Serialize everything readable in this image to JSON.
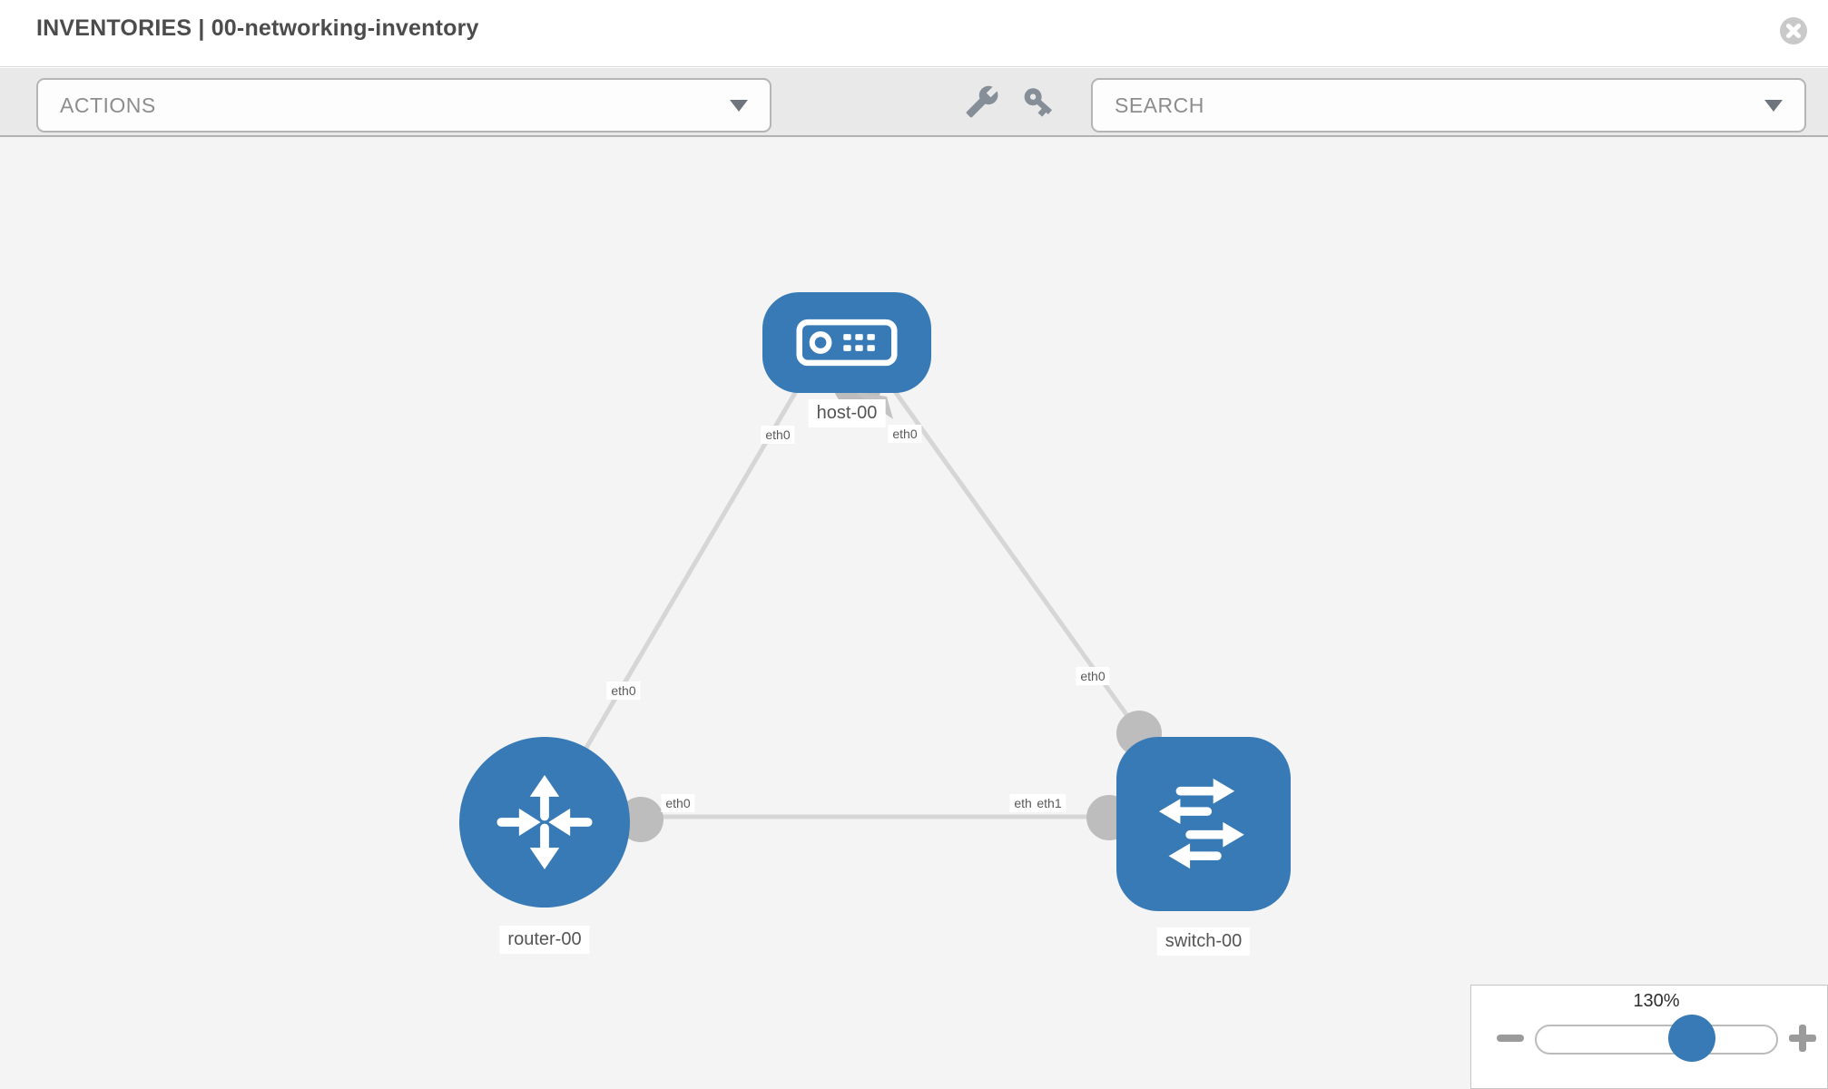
{
  "header": {
    "title": "INVENTORIES | 00-networking-inventory",
    "close_icon": "close-icon"
  },
  "toolbar": {
    "actions_label": "ACTIONS",
    "search_placeholder": "SEARCH",
    "icon_buttons": [
      "wrench-icon",
      "key-icon"
    ]
  },
  "canvas": {
    "nodes": [
      {
        "id": "host-00",
        "label": "host-00",
        "type": "host",
        "icon": "server-icon"
      },
      {
        "id": "router-00",
        "label": "router-00",
        "type": "router",
        "icon": "router-arrows-icon"
      },
      {
        "id": "switch-00",
        "label": "switch-00",
        "type": "switch",
        "icon": "switch-arrows-icon"
      }
    ],
    "links": [
      {
        "source": "host-00",
        "target": "router-00",
        "source_interface": "eth0",
        "target_interface": "eth0"
      },
      {
        "source": "host-00",
        "target": "switch-00",
        "source_interface": "eth0",
        "target_interface": "eth0"
      },
      {
        "source": "router-00",
        "target": "switch-00",
        "source_interface": "eth0",
        "target_interface": "eth1",
        "overlapped_label": "eth0"
      }
    ]
  },
  "zoom_control": {
    "level": "130%",
    "minus_icon": "minus-icon",
    "plus_icon": "plus-icon"
  },
  "colors": {
    "node_fill": "#377ab5",
    "link": "#d6d6d6",
    "interface_dot": "#bdbdbd",
    "toolbar_bg": "#e9e9e9",
    "canvas_bg": "#f4f4f4",
    "slider_handle": "#377ab5"
  }
}
